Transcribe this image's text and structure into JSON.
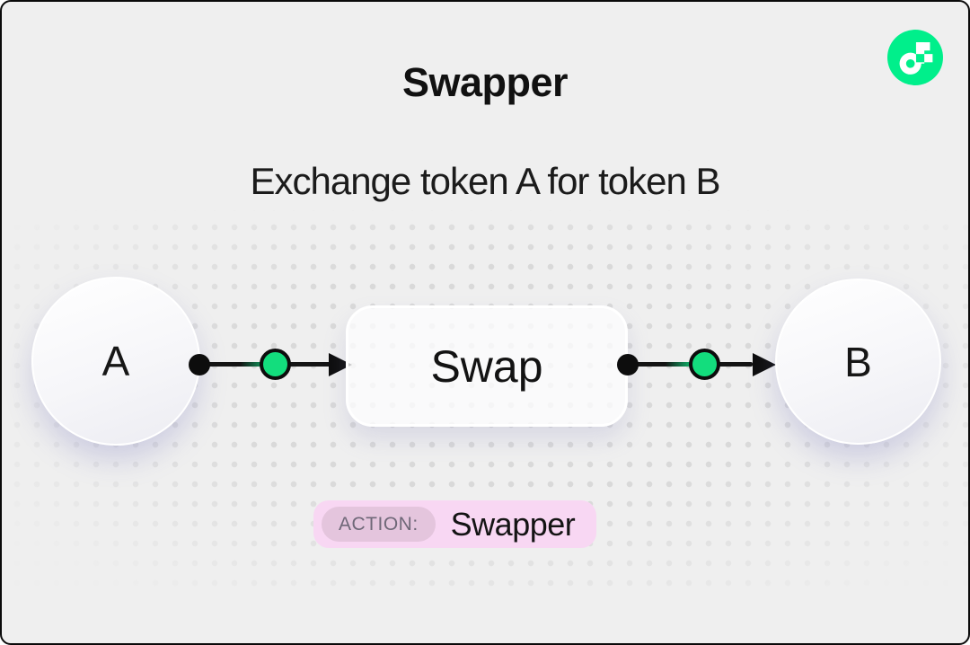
{
  "header": {
    "title": "Swapper",
    "subtitle": "Exchange token A for token B"
  },
  "logo": {
    "name": "flow-logo",
    "green": "#00EF8B"
  },
  "diagram": {
    "nodes": [
      {
        "id": "token-a",
        "label": "A",
        "type": "token"
      },
      {
        "id": "swap",
        "label": "Swap",
        "type": "process"
      },
      {
        "id": "token-b",
        "label": "B",
        "type": "token"
      }
    ],
    "edges": [
      {
        "from": "token-a",
        "to": "swap"
      },
      {
        "from": "swap",
        "to": "token-b"
      }
    ]
  },
  "action_badge": {
    "label": "ACTION:",
    "value": "Swapper"
  },
  "colors": {
    "background": "#EFEFEF",
    "border": "#0A0A0A",
    "accent_green": "#13DD7D",
    "badge_pink": "#F8D7F3",
    "badge_pill": "#E4C5DD",
    "dot_grid": "#D9D9D9"
  }
}
